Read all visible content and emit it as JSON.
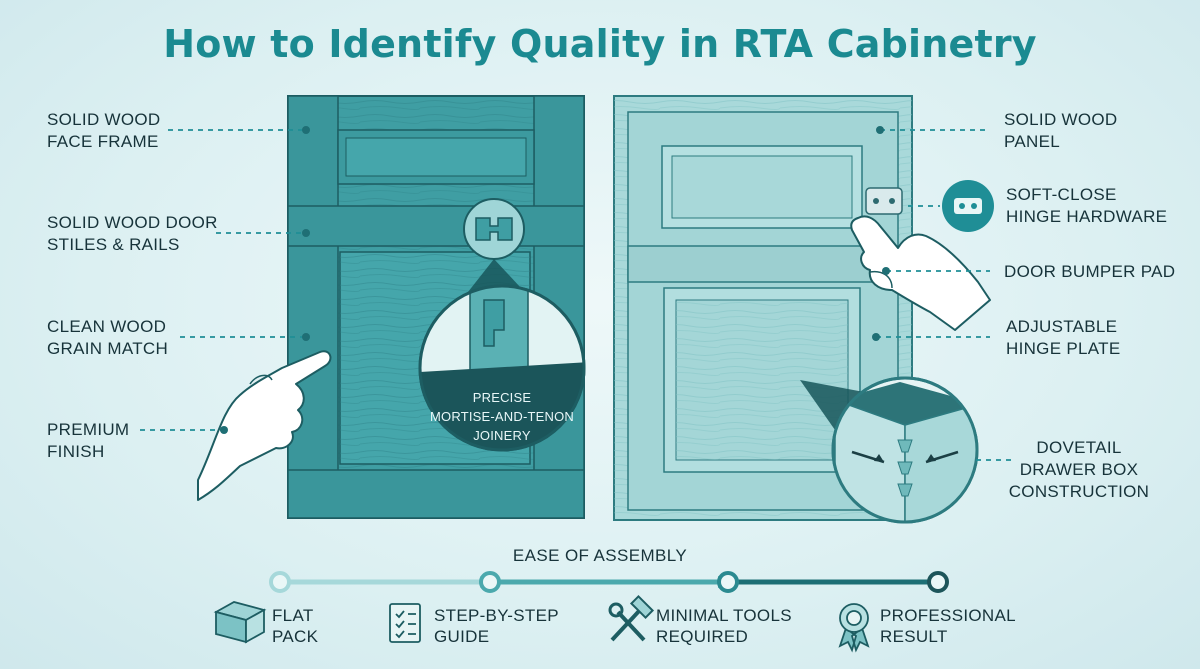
{
  "title": "How to Identify Quality in RTA Cabinetry",
  "left_labels": [
    {
      "line1": "SOLID WOOD",
      "line2": "FACE FRAME"
    },
    {
      "line1": "SOLID WOOD DOOR",
      "line2": "STILES & RAILS"
    },
    {
      "line1": "CLEAN WOOD",
      "line2": "GRAIN MATCH"
    },
    {
      "line1": "PREMIUM",
      "line2": "FINISH"
    }
  ],
  "right_labels": [
    {
      "line1": "SOLID WOOD",
      "line2": "PANEL"
    },
    {
      "line1": "SOFT-CLOSE",
      "line2": "HINGE HARDWARE"
    },
    {
      "line1": "DOOR BUMPER PAD",
      "line2": ""
    },
    {
      "line1": "ADJUSTABLE",
      "line2": "HINGE PLATE"
    },
    {
      "line1": "DOVETAIL",
      "line2": "DRAWER BOX",
      "line3": "CONSTRUCTION"
    }
  ],
  "joinery_callout": {
    "line1": "PRECISE",
    "line2": "MORTISE-AND-TENON",
    "line3": "JOINERY"
  },
  "assembly": {
    "title": "EASE OF ASSEMBLY",
    "features": [
      {
        "line1": "FLAT",
        "line2": "PACK",
        "icon": "flat-pack-box-icon"
      },
      {
        "line1": "STEP-BY-STEP",
        "line2": "GUIDE",
        "icon": "checklist-icon"
      },
      {
        "line1": "MINIMAL TOOLS",
        "line2": "REQUIRED",
        "icon": "hammer-wrench-icon"
      },
      {
        "line1": "PROFESSIONAL",
        "line2": "RESULT",
        "icon": "award-badge-icon"
      }
    ]
  },
  "colors": {
    "title": "#1b8a91",
    "cabinet_dark": "#3f9ea3",
    "cabinet_light": "#a9d9da",
    "accent": "#1f8e96",
    "ink": "#17333a"
  }
}
